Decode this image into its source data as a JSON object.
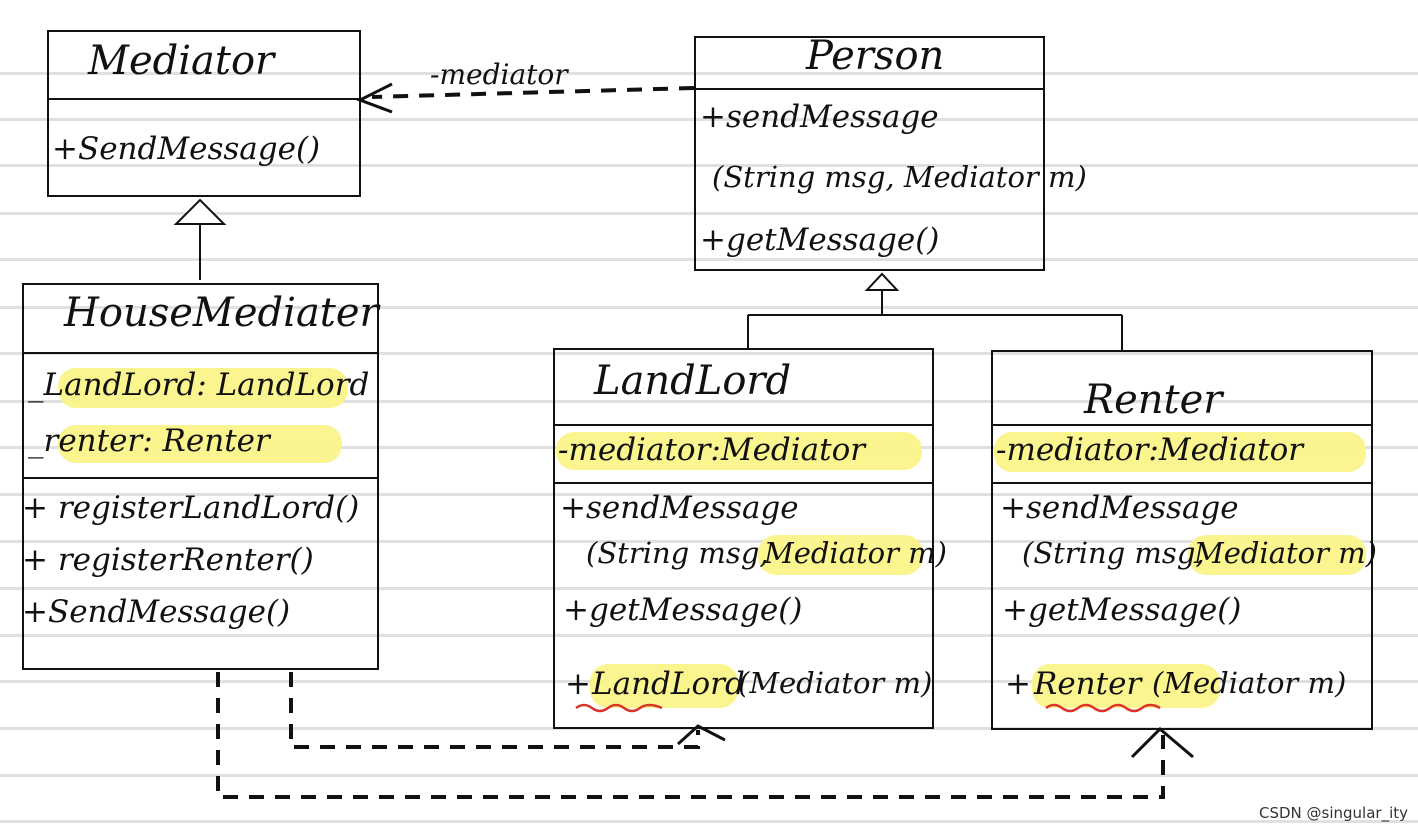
{
  "classes": {
    "mediator": {
      "name": "Mediator",
      "methods": [
        "+SendMessage()"
      ]
    },
    "house_mediator": {
      "name": "HouseMediater",
      "attributes": [
        "_LandLord: LandLord",
        "_renter: Renter"
      ],
      "methods": [
        "+ registerLandLord()",
        "+ registerRenter()",
        "+SendMessage()"
      ]
    },
    "person": {
      "name": "Person",
      "methods": [
        "+sendMessage",
        "(String msg, Mediator m)",
        "+getMessage()"
      ]
    },
    "landlord": {
      "name": "LandLord",
      "attributes": [
        "-mediator:Mediator"
      ],
      "methods": [
        "+sendMessage",
        "(String msg,",
        "Mediator m)",
        "+getMessage()",
        "+",
        "LandLord",
        "(Mediator m)"
      ]
    },
    "renter": {
      "name": "Renter",
      "attributes": [
        "-mediator:Mediator"
      ],
      "methods": [
        "+sendMessage",
        "(String msg,",
        "Mediator m)",
        "+getMessage()",
        "+",
        "Renter",
        "(Mediator m)"
      ]
    }
  },
  "connectors": {
    "person_to_mediator_label": "-mediator"
  },
  "colors": {
    "highlight": "#fbf48a",
    "underline": "#d9332b",
    "ink": "#111111"
  },
  "watermark": "CSDN @singular_ity"
}
